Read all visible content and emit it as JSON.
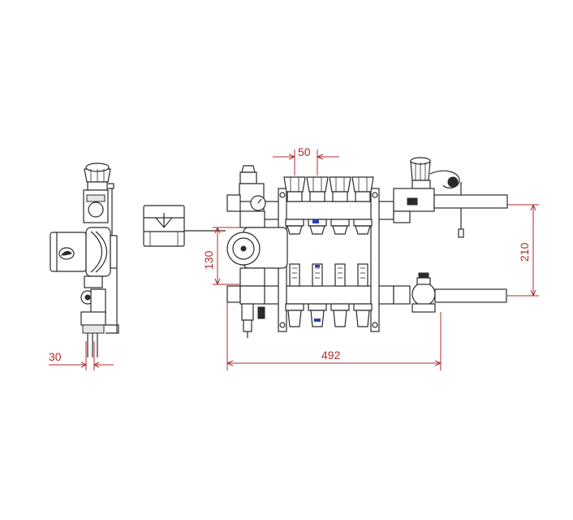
{
  "colors": {
    "line": "#2a2a2a",
    "dimension": "#b02a2a",
    "accent": "#2b3fb0",
    "background": "#ffffff"
  },
  "dimensions": {
    "pitch": "50",
    "pipe_offset": "210",
    "pump_height": "130",
    "total_width": "492",
    "side_offset": "30"
  },
  "outlets": 4
}
